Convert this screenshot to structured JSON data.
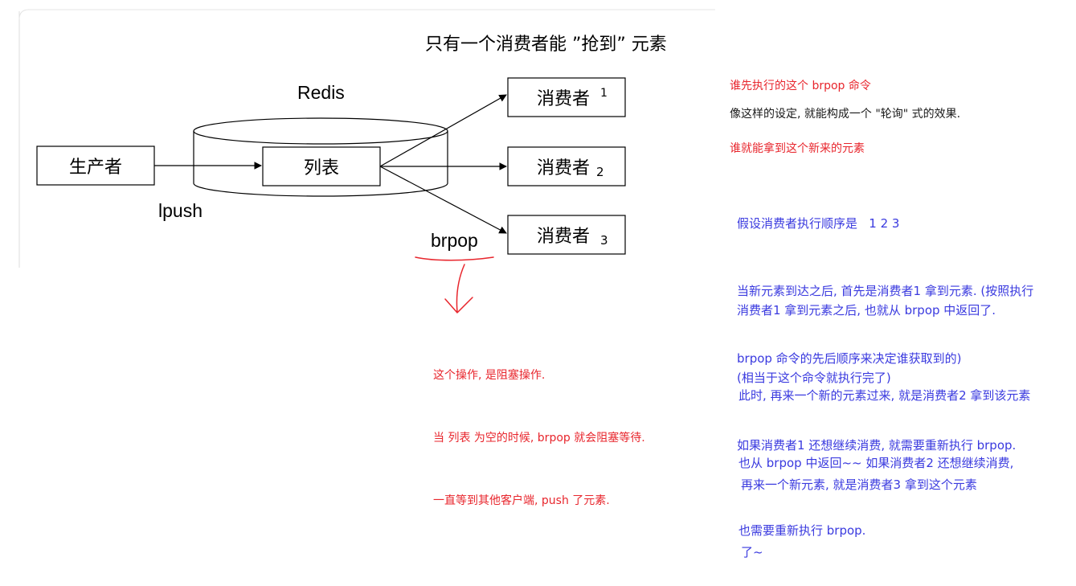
{
  "diagram": {
    "title": "只有一个消费者能 ”抢到” 元素",
    "redis_label": "Redis",
    "producer_label": "生产者",
    "list_label": "列表",
    "lpush_label": "lpush",
    "brpop_label": "brpop",
    "consumers": [
      {
        "name": "消费者",
        "suffix": "1"
      },
      {
        "name": "消费者",
        "suffix": "2"
      },
      {
        "name": "消费者",
        "suffix": "3"
      }
    ]
  },
  "notes": {
    "brpop_race": [
      "谁先执行的这个 brpop 命令",
      "谁就能拿到这个新来的元素"
    ],
    "polling": "像这样的设定, 就能构成一个 \"轮询\" 式的效果.",
    "blocking": [
      "这个操作, 是阻塞操作.",
      "当 列表 为空的时候, brpop 就会阻塞等待.",
      "一直等到其他客户端, push 了元素."
    ],
    "order": [
      "假设消费者执行顺序是   1 2 3",
      "当新元素到达之后, 首先是消费者1 拿到元素. (按照执行",
      "brpop 命令的先后顺序来决定谁获取到的)"
    ],
    "consumer1": [
      "消费者1 拿到元素之后, 也就从 brpop 中返回了.",
      "(相当于这个命令就执行完了)",
      "如果消费者1 还想继续消费, 就需要重新执行 brpop."
    ],
    "consumer2": [
      "此时, 再来一个新的元素过来, 就是消费者2 拿到该元素",
      "也从 brpop 中返回~~ 如果消费者2 还想继续消费,",
      "也需要重新执行 brpop."
    ],
    "consumer3": [
      "再来一个新元素, 就是消费者3 拿到这个元素",
      "了~"
    ]
  },
  "colors": {
    "red": "#e8262d",
    "blue": "#3a3adf",
    "black": "#1a1a1a"
  }
}
